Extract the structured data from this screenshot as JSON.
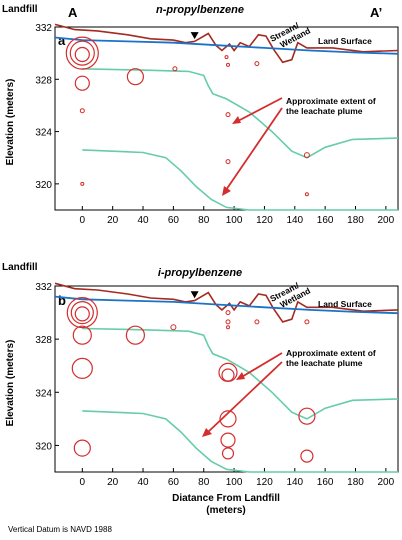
{
  "figure": {
    "landfill_label": "Landfill",
    "end_left": "A",
    "end_right": "A’",
    "ylabel": "Elevation (meters)",
    "xlabel_line1": "Diatance From Landfill",
    "xlabel_line2": "(meters)",
    "footnote": "Vertical Datum is NAVD 1988",
    "surface_label": "Land Surface",
    "stream_label_1": "Stream/",
    "stream_label_2": "Wetland",
    "plume_label_1": "Approximate extent of",
    "plume_label_2": "the leachate plume",
    "colors": {
      "land": "#a52a1f",
      "water": "#1a73c8",
      "plume": "#66ccaa",
      "circle": "#d42d2d"
    }
  },
  "chart_data": [
    {
      "type": "scatter",
      "panel": "a",
      "title": "n-propylbenzene",
      "xlim": [
        -18,
        208
      ],
      "ylim": [
        318,
        332
      ],
      "xticks": [
        "0",
        "20",
        "40",
        "60",
        "80",
        "100",
        "120",
        "140",
        "160",
        "180",
        "200"
      ],
      "yticks": [
        "320",
        "324",
        "328",
        "332"
      ],
      "xtick_values": [
        0,
        20,
        40,
        60,
        80,
        100,
        120,
        140,
        160,
        180,
        200
      ],
      "ytick_values": [
        320,
        324,
        328,
        332
      ],
      "land_surface": [
        [
          -18,
          332.2
        ],
        [
          -5,
          331.8
        ],
        [
          10,
          331.7
        ],
        [
          30,
          331.4
        ],
        [
          45,
          331.1
        ],
        [
          60,
          331.0
        ],
        [
          68,
          330.8
        ],
        [
          74,
          330.9
        ],
        [
          83,
          331.5
        ],
        [
          88,
          330.6
        ],
        [
          92,
          330.2
        ],
        [
          97,
          330.7
        ],
        [
          100,
          330.2
        ],
        [
          104,
          330.8
        ],
        [
          110,
          330.5
        ],
        [
          116,
          331.4
        ],
        [
          121,
          331.3
        ],
        [
          126,
          330.3
        ],
        [
          132,
          329.3
        ],
        [
          138,
          329.5
        ],
        [
          142,
          330.8
        ],
        [
          148,
          330.4
        ],
        [
          165,
          330.4
        ],
        [
          185,
          330.1
        ],
        [
          208,
          330.2
        ]
      ],
      "water_table": [
        [
          -18,
          331.2
        ],
        [
          0,
          331.0
        ],
        [
          30,
          330.9
        ],
        [
          60,
          330.8
        ],
        [
          90,
          330.6
        ],
        [
          120,
          330.4
        ],
        [
          150,
          330.2
        ],
        [
          180,
          330.05
        ],
        [
          208,
          329.95
        ]
      ],
      "water_table_marker": {
        "x": 74,
        "y": 331.3
      },
      "plume_upper": [
        [
          0,
          328.8
        ],
        [
          40,
          328.7
        ],
        [
          70,
          328.6
        ],
        [
          80,
          328.3
        ],
        [
          83,
          327.5
        ],
        [
          86,
          326.9
        ],
        [
          95,
          326.5
        ],
        [
          110,
          325.5
        ],
        [
          125,
          324.0
        ],
        [
          138,
          322.5
        ],
        [
          148,
          322.0
        ],
        [
          160,
          322.8
        ],
        [
          178,
          323.4
        ],
        [
          208,
          323.5
        ]
      ],
      "plume_lower": [
        [
          0,
          322.6
        ],
        [
          20,
          322.5
        ],
        [
          40,
          322.4
        ],
        [
          55,
          322.0
        ],
        [
          65,
          321.0
        ],
        [
          75,
          319.8
        ],
        [
          85,
          318.8
        ],
        [
          95,
          318.2
        ],
        [
          110,
          318.0
        ],
        [
          208,
          318.0
        ]
      ],
      "circles": [
        {
          "x": 0,
          "y": 330.0,
          "r": 16
        },
        {
          "x": 0,
          "y": 330.0,
          "r": 12
        },
        {
          "x": 0,
          "y": 329.9,
          "r": 7
        },
        {
          "x": 0,
          "y": 327.7,
          "r": 7
        },
        {
          "x": 0,
          "y": 325.6,
          "r": 2
        },
        {
          "x": 0,
          "y": 320.0,
          "r": 1.5
        },
        {
          "x": 35,
          "y": 328.2,
          "r": 8
        },
        {
          "x": 61,
          "y": 328.8,
          "r": 2
        },
        {
          "x": 95,
          "y": 329.7,
          "r": 1.5
        },
        {
          "x": 96,
          "y": 329.1,
          "r": 1.5
        },
        {
          "x": 96,
          "y": 325.3,
          "r": 2
        },
        {
          "x": 96,
          "y": 321.7,
          "r": 2
        },
        {
          "x": 115,
          "y": 329.2,
          "r": 2
        },
        {
          "x": 148,
          "y": 322.2,
          "r": 2.5
        },
        {
          "x": 148,
          "y": 319.2,
          "r": 1.5
        }
      ]
    },
    {
      "type": "scatter",
      "panel": "b",
      "title": "i-propylbenzene",
      "xlim": [
        -18,
        208
      ],
      "ylim": [
        318,
        332
      ],
      "xticks": [
        "0",
        "20",
        "40",
        "60",
        "80",
        "100",
        "120",
        "140",
        "160",
        "180",
        "200"
      ],
      "yticks": [
        "320",
        "324",
        "328",
        "332"
      ],
      "xtick_values": [
        0,
        20,
        40,
        60,
        80,
        100,
        120,
        140,
        160,
        180,
        200
      ],
      "ytick_values": [
        320,
        324,
        328,
        332
      ],
      "land_surface": [
        [
          -18,
          332.2
        ],
        [
          -5,
          331.8
        ],
        [
          10,
          331.7
        ],
        [
          30,
          331.4
        ],
        [
          45,
          331.1
        ],
        [
          60,
          331.0
        ],
        [
          68,
          330.8
        ],
        [
          74,
          330.9
        ],
        [
          83,
          331.5
        ],
        [
          88,
          330.6
        ],
        [
          92,
          330.2
        ],
        [
          97,
          330.7
        ],
        [
          100,
          330.2
        ],
        [
          104,
          330.8
        ],
        [
          110,
          330.5
        ],
        [
          116,
          331.4
        ],
        [
          121,
          331.3
        ],
        [
          126,
          330.3
        ],
        [
          132,
          329.3
        ],
        [
          138,
          329.5
        ],
        [
          142,
          330.8
        ],
        [
          148,
          330.4
        ],
        [
          165,
          330.4
        ],
        [
          185,
          330.1
        ],
        [
          208,
          330.2
        ]
      ],
      "water_table": [
        [
          -18,
          331.2
        ],
        [
          0,
          331.0
        ],
        [
          30,
          330.9
        ],
        [
          60,
          330.8
        ],
        [
          90,
          330.6
        ],
        [
          120,
          330.4
        ],
        [
          150,
          330.2
        ],
        [
          180,
          330.05
        ],
        [
          208,
          329.95
        ]
      ],
      "water_table_marker": {
        "x": 74,
        "y": 331.3
      },
      "plume_upper": [
        [
          0,
          328.8
        ],
        [
          40,
          328.7
        ],
        [
          70,
          328.6
        ],
        [
          80,
          328.3
        ],
        [
          83,
          327.5
        ],
        [
          86,
          326.9
        ],
        [
          95,
          326.5
        ],
        [
          110,
          325.5
        ],
        [
          125,
          324.0
        ],
        [
          138,
          322.5
        ],
        [
          148,
          322.0
        ],
        [
          160,
          322.8
        ],
        [
          178,
          323.4
        ],
        [
          208,
          323.5
        ]
      ],
      "plume_lower": [
        [
          0,
          322.6
        ],
        [
          20,
          322.5
        ],
        [
          40,
          322.4
        ],
        [
          55,
          322.0
        ],
        [
          65,
          321.0
        ],
        [
          75,
          319.8
        ],
        [
          85,
          318.8
        ],
        [
          95,
          318.2
        ],
        [
          110,
          318.0
        ],
        [
          208,
          318.0
        ]
      ],
      "circles": [
        {
          "x": 0,
          "y": 330.0,
          "r": 15
        },
        {
          "x": 0,
          "y": 330.0,
          "r": 11
        },
        {
          "x": 0,
          "y": 329.9,
          "r": 7
        },
        {
          "x": 0,
          "y": 328.3,
          "r": 9
        },
        {
          "x": 0,
          "y": 325.8,
          "r": 10
        },
        {
          "x": 0,
          "y": 319.8,
          "r": 8
        },
        {
          "x": 35,
          "y": 328.3,
          "r": 9
        },
        {
          "x": 60,
          "y": 328.9,
          "r": 2.5
        },
        {
          "x": 96,
          "y": 330.0,
          "r": 2
        },
        {
          "x": 96,
          "y": 329.3,
          "r": 2
        },
        {
          "x": 96,
          "y": 328.9,
          "r": 1.5
        },
        {
          "x": 96,
          "y": 325.5,
          "r": 9
        },
        {
          "x": 96,
          "y": 325.3,
          "r": 6
        },
        {
          "x": 96,
          "y": 322.0,
          "r": 8
        },
        {
          "x": 96,
          "y": 320.4,
          "r": 7
        },
        {
          "x": 96,
          "y": 319.4,
          "r": 5.5
        },
        {
          "x": 115,
          "y": 329.3,
          "r": 2
        },
        {
          "x": 148,
          "y": 329.3,
          "r": 2
        },
        {
          "x": 148,
          "y": 322.2,
          "r": 8
        },
        {
          "x": 148,
          "y": 319.2,
          "r": 6
        }
      ]
    }
  ]
}
